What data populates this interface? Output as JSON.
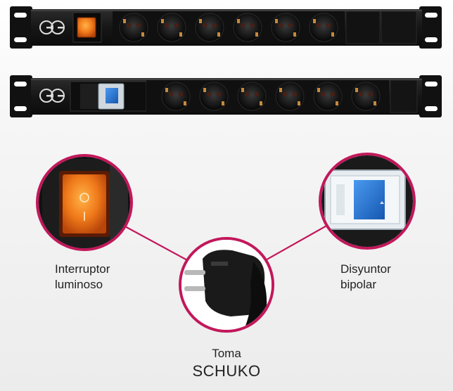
{
  "product": {
    "logo_text": "GG",
    "strips": [
      {
        "variant": "switch",
        "socket_count": 6
      },
      {
        "variant": "breaker",
        "socket_count": 6
      }
    ]
  },
  "callouts": {
    "switch": {
      "line1": "Interruptor",
      "line2": "luminoso"
    },
    "breaker": {
      "line1": "Disyuntor",
      "line2": "bipolar"
    },
    "plug": {
      "line1": "Toma",
      "line2": "SCHUKO"
    }
  },
  "colors": {
    "accent": "#c2185b",
    "strip_body": "#1a1a1a",
    "switch_orange": "#f07a1a",
    "breaker_blue": "#1e6fd0"
  }
}
